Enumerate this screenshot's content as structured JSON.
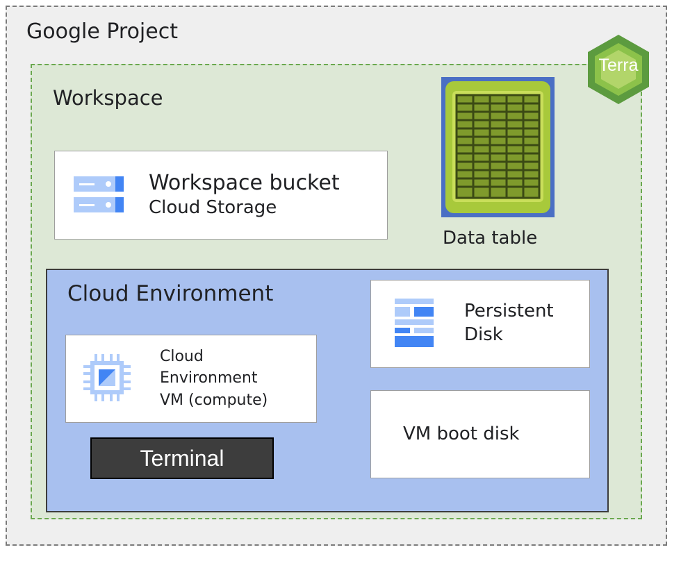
{
  "project": {
    "title": "Google Project"
  },
  "workspace": {
    "title": "Workspace"
  },
  "terra": {
    "label": "Terra",
    "icon": "terra-logo-icon"
  },
  "bucket": {
    "name": "Workspace bucket",
    "subtitle": "Cloud Storage",
    "icon": "cloud-storage-icon"
  },
  "data_table": {
    "label": "Data table",
    "icon": "data-table-icon"
  },
  "cloud_environment": {
    "title": "Cloud Environment",
    "vm": {
      "lines": [
        "Cloud",
        "Environment",
        "VM (compute)"
      ],
      "icon": "compute-engine-icon"
    },
    "terminal_label": "Terminal",
    "persistent_disk": {
      "lines": [
        "Persistent",
        "Disk"
      ],
      "icon": "persistent-disk-icon"
    },
    "boot_disk": {
      "label": "VM boot disk"
    }
  },
  "colors": {
    "project_bg": "#efefef",
    "workspace_bg": "#dde8d6",
    "workspace_border": "#6aa84f",
    "cloud_env_bg": "#a8c0ef",
    "terminal_bg": "#3d3d3d",
    "icon_blue_light": "#aecbfa",
    "icon_blue": "#4285f4",
    "terra_green": "#6aa84f"
  }
}
